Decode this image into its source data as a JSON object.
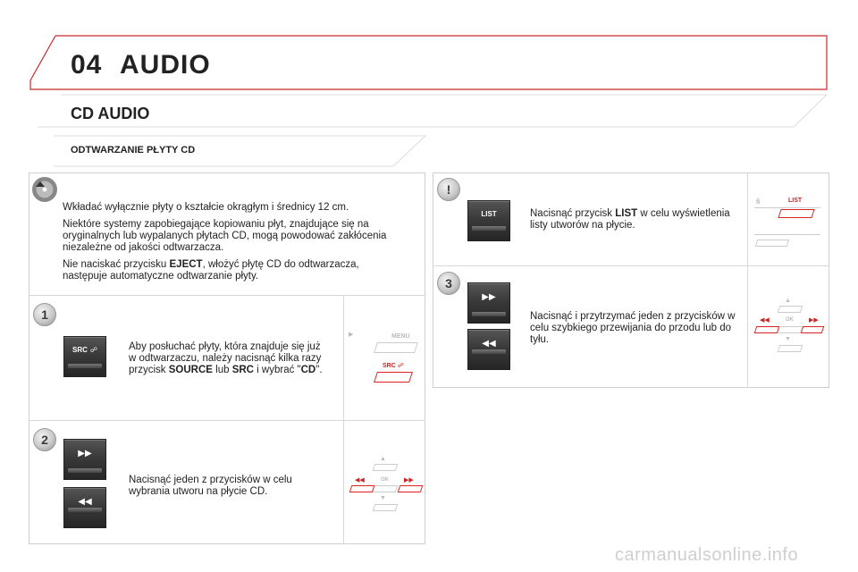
{
  "header": {
    "chapter_number": "04",
    "chapter_title": "AUDIO",
    "section_title": "CD AUDIO",
    "subsection_title": "ODTWARZANIE PŁYTY CD"
  },
  "info_box": {
    "paragraph_1": "Wkładać wyłącznie płyty o kształcie okrągłym i średnicy 12 cm.",
    "paragraph_2": "Niektóre systemy zapobiegające kopiowaniu płyt, znajdujące się na oryginalnych lub wypalanych płytach CD, mogą powodować zakłócenia niezależne od jakości odtwarzacza.",
    "paragraph_3_before": "Nie naciskać przycisku ",
    "paragraph_3_bold": "EJECT",
    "paragraph_3_after": ", włożyć płytę CD do odtwarzacza, następuje automatyczne odtwarzanie płyty."
  },
  "step1": {
    "badge": "1",
    "text_before": "Aby posłuchać płyty, która znajduje się już w odtwarzaczu, należy nacisnąć kilka razy przycisk ",
    "bold_1": "SOURCE",
    "text_mid": " lub ",
    "bold_2": "SRC",
    "text_mid2": " i wybrać \"",
    "bold_3": "CD",
    "text_after": "\".",
    "button_label": "SRC",
    "panel_menu": "MENU",
    "panel_src": "SRC"
  },
  "step2": {
    "badge": "2",
    "text": "Nacisnąć jeden z przycisków w celu wybrania utworu na płycie CD.",
    "panel_ok": "OK"
  },
  "warning": {
    "badge": "!",
    "text_before": "Nacisnąć przycisk ",
    "bold": "LIST",
    "text_after": " w celu wyświetlenia listy utworów na płycie.",
    "button_label": "LIST",
    "panel_num": "6",
    "panel_list": "LIST"
  },
  "step3": {
    "badge": "3",
    "text": "Nacisnąć i przytrzymać jeden z przycisków w celu szybkiego przewijania do przodu lub do tyłu.",
    "panel_ok": "OK"
  },
  "colors": {
    "accent_red": "#d22222",
    "header_line": "#c82828"
  },
  "footer": {
    "watermark": "carmanualsonline.info"
  }
}
